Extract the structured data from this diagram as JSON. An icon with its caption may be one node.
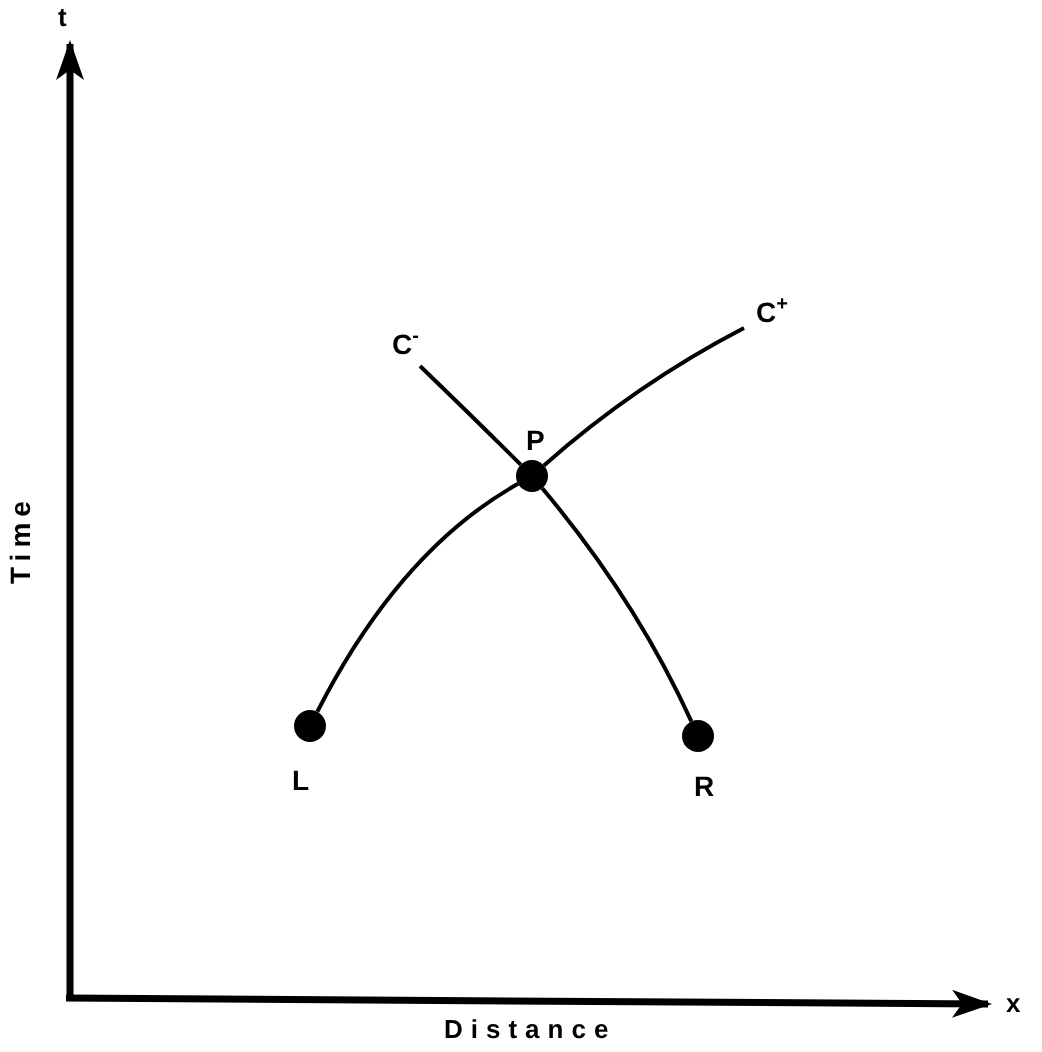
{
  "diagram": {
    "nodes": [
      {
        "text": [
          "C$^{-}$"
        ]
      },
      {
        "text": [
          "C$^{+}$"
        ]
      },
      {
        "text": [],
        "shape": "circle",
        "beside": [
          "P"
        ]
      },
      {
        "text": [],
        "shape": "circle",
        "beside": [
          "L"
        ]
      },
      {
        "text": [],
        "shape": "circle",
        "beside": [
          "R"
        ]
      }
    ],
    "edges": [
      {
        "from": 3,
        "to": 2,
        "arrow": "none"
      },
      {
        "from": 2,
        "to": 1,
        "arrow": "none"
      },
      {
        "from": 4,
        "to": 2,
        "arrow": "none"
      },
      {
        "from": 2,
        "to": 0,
        "arrow": "none"
      }
    ],
    "labels": [
      "t",
      "Time",
      "x",
      "Distance"
    ]
  }
}
